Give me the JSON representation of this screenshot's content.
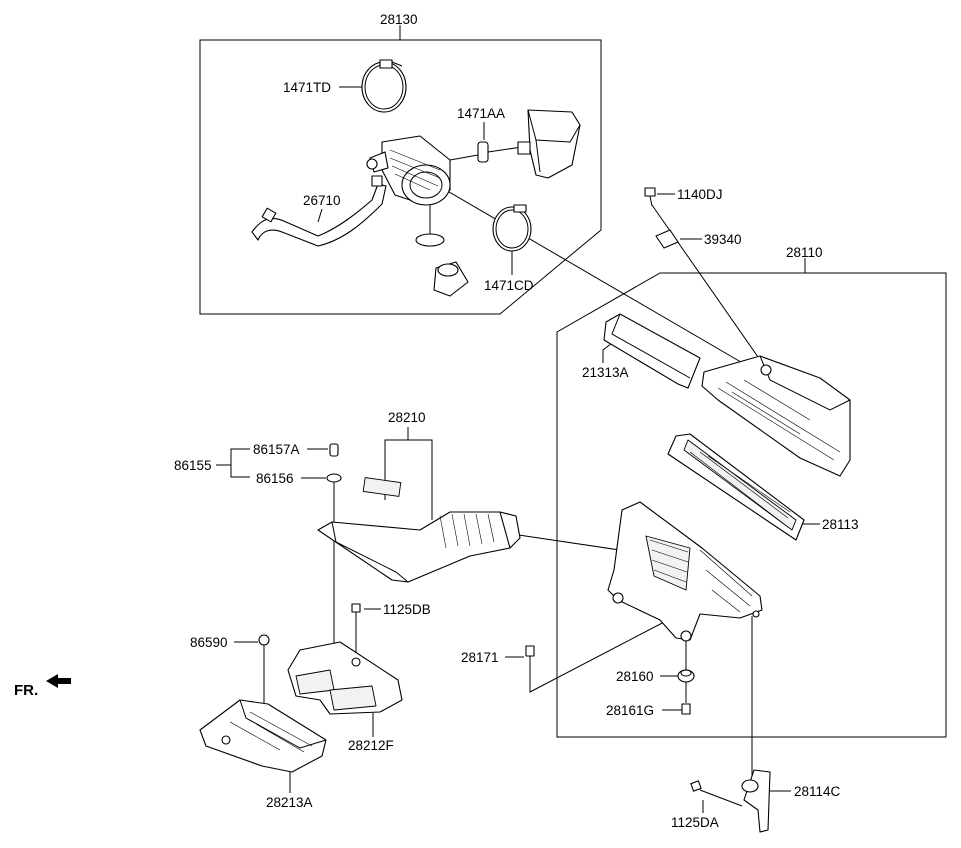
{
  "labels": {
    "p28130": "28130",
    "p1471TD": "1471TD",
    "p1471AA": "1471AA",
    "p26710": "26710",
    "p1471CD": "1471CD",
    "p1140DJ": "1140DJ",
    "p39340": "39340",
    "p28110": "28110",
    "p21313A": "21313A",
    "p28210": "28210",
    "p86157A": "86157A",
    "p86155": "86155",
    "p86156": "86156",
    "p28113": "28113",
    "p1125DB_top": "1125DB",
    "p86590": "86590",
    "p28171": "28171",
    "p28160": "28160",
    "p28161G": "28161G",
    "p28212F": "28212F",
    "p28213A": "28213A",
    "p28114C": "28114C",
    "p1125DA": "1125DA",
    "front": "FR."
  }
}
